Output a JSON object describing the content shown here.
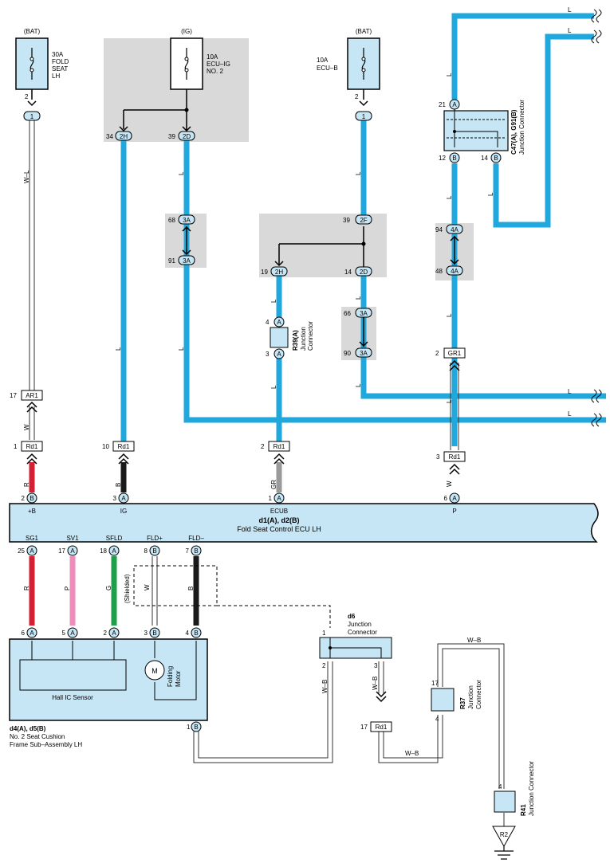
{
  "fuses": {
    "fold_seat": {
      "source": "(BAT)",
      "rating": "30A",
      "name1": "FOLD",
      "name2": "SEAT",
      "name3": "LH",
      "pin": "2",
      "conn": "1"
    },
    "ecu_ig": {
      "source": "(IG)",
      "rating": "10A",
      "name1": "ECU–IG",
      "name2": "NO. 2"
    },
    "ecu_b": {
      "source": "(BAT)",
      "rating": "10A",
      "name1": "ECU–B",
      "pin": "2",
      "conn": "1"
    }
  },
  "connectors": {
    "ig_2h": {
      "pin": "34",
      "code": "2H"
    },
    "ig_2d": {
      "pin": "39",
      "code": "2D"
    },
    "c3a_top": {
      "pin": "68",
      "code": "3A"
    },
    "c3a_bot": {
      "pin": "91",
      "code": "3A"
    },
    "b_2f": {
      "pin": "39",
      "code": "2F"
    },
    "b_2h": {
      "pin": "19",
      "code": "2H"
    },
    "b_2d": {
      "pin": "14",
      "code": "2D"
    },
    "b_3a_top": {
      "pin": "66",
      "code": "3A"
    },
    "b_3a_bot": {
      "pin": "90",
      "code": "3A"
    },
    "j4a_top": {
      "pin": "94",
      "code": "4A"
    },
    "j4a_bot": {
      "pin": "48",
      "code": "4A"
    },
    "gr1": {
      "pin": "2",
      "code": "GR1"
    },
    "ar1": {
      "pin": "17",
      "code": "AR1"
    },
    "rd1_a": {
      "pin": "1",
      "code": "Rd1"
    },
    "rd1_b": {
      "pin": "10",
      "code": "Rd1"
    },
    "rd1_c": {
      "pin": "2",
      "code": "Rd1"
    },
    "rd1_d": {
      "pin": "3",
      "code": "Rd1"
    },
    "rd1_e": {
      "pin": "17",
      "code": "Rd1"
    }
  },
  "junctions": {
    "c47": {
      "title": "C47(A), G91(B)",
      "sub": "Junction Connector",
      "pin_a": "21",
      "code_a": "A",
      "pin_b1": "12",
      "code_b1": "B",
      "pin_b2": "14",
      "code_b2": "B"
    },
    "r39": {
      "title": "R39(A)",
      "sub1": "Junction",
      "sub2": "Connector",
      "pin_top": "4",
      "pin_bot": "3",
      "code": "A"
    },
    "d6": {
      "title": "d6",
      "sub1": "Junction",
      "sub2": "Connector",
      "pin1": "1",
      "pin2": "2",
      "pin3": "3"
    },
    "r37": {
      "title": "R37",
      "sub1": "Junction",
      "sub2": "Connector",
      "pin_top": "17",
      "pin_bot": "4"
    },
    "r41": {
      "title": "R41",
      "sub": "Junction Connector",
      "pin": "4",
      "ground": "R2"
    }
  },
  "ecu": {
    "title": "d1(A), d2(B)",
    "name": "Fold Seat Control ECU LH",
    "top_pins": [
      {
        "num": "2",
        "code": "B",
        "label": "+B"
      },
      {
        "num": "3",
        "code": "A",
        "label": "IG"
      },
      {
        "num": "1",
        "code": "A",
        "label": "ECUB"
      },
      {
        "num": "6",
        "code": "A",
        "label": "P"
      }
    ],
    "bottom_pins": [
      {
        "num": "25",
        "code": "A",
        "label": "SG1"
      },
      {
        "num": "17",
        "code": "A",
        "label": "SV1"
      },
      {
        "num": "18",
        "code": "A",
        "label": "SFLD"
      },
      {
        "num": "8",
        "code": "B",
        "label": "FLD+"
      },
      {
        "num": "7",
        "code": "B",
        "label": "FLD–"
      }
    ]
  },
  "assembly": {
    "title": "d4(A), d5(B)",
    "line1": "No.  2 Seat Cushion",
    "line2": "Frame Sub–Assembly LH",
    "sensor": "Hall IC Sensor",
    "motor_symbol": "M",
    "motor1": "Folding",
    "motor2": "Motor",
    "pins": [
      {
        "num": "6",
        "code": "A"
      },
      {
        "num": "5",
        "code": "A"
      },
      {
        "num": "2",
        "code": "A"
      },
      {
        "num": "3",
        "code": "B"
      },
      {
        "num": "4",
        "code": "B"
      }
    ],
    "ground_pin": {
      "num": "1",
      "code": "B"
    }
  },
  "wires": {
    "L": "L",
    "W_L": "W–L",
    "W": "W",
    "R": "R",
    "B": "B",
    "GR": "GR",
    "P": "P",
    "G": "G",
    "W_B": "W–B",
    "shielded": "(Shielded)"
  },
  "colors": {
    "blue": "#20a8dc",
    "red": "#d42032",
    "black": "#1a1a1a",
    "gray": "#9a9a9a",
    "pink": "#ee8cbc",
    "green": "#1ea04a",
    "light_blue_fill": "#c6e6f6",
    "shade": "#d9d9d9"
  }
}
